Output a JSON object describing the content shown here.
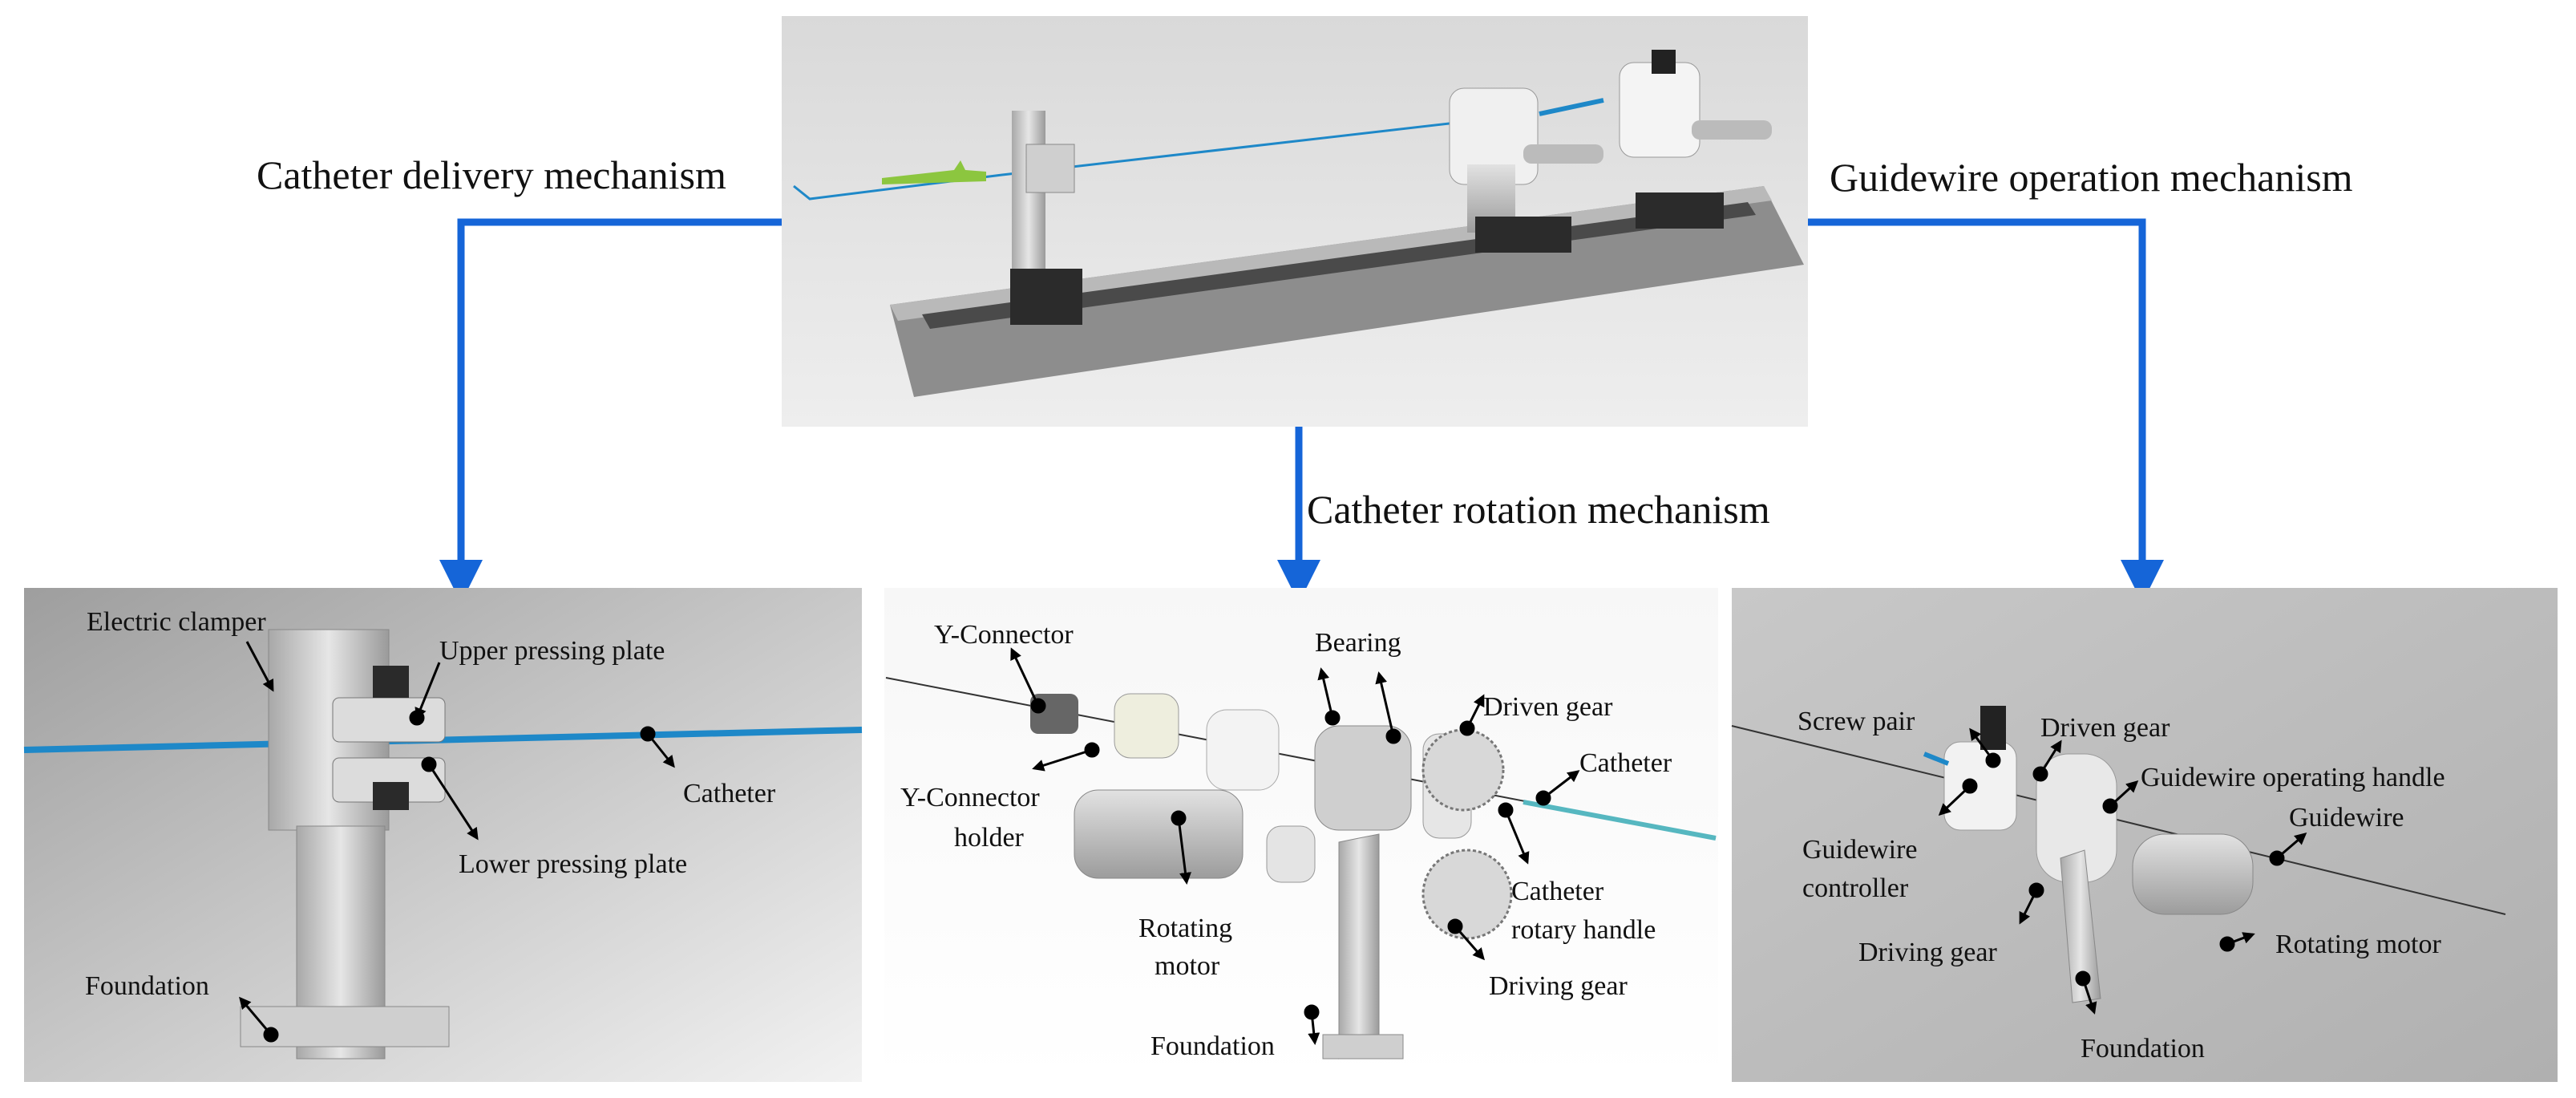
{
  "mechanisms": {
    "catheter_delivery": "Catheter delivery mechanism",
    "guidewire_operation": "Guidewire operation mechanism",
    "catheter_rotation": "Catheter rotation mechanism"
  },
  "left_panel": {
    "electric_clamper": "Electric clamper",
    "upper_pressing_plate": "Upper pressing plate",
    "catheter": "Catheter",
    "lower_pressing_plate": "Lower pressing plate",
    "foundation": "Foundation"
  },
  "middle_panel": {
    "y_connector": "Y-Connector",
    "bearing": "Bearing",
    "driven_gear": "Driven gear",
    "catheter": "Catheter",
    "y_connector_holder_line1": "Y-Connector",
    "y_connector_holder_line2": "holder",
    "rotating_motor_line1": "Rotating",
    "rotating_motor_line2": "motor",
    "catheter_rotary_handle_line1": "Catheter",
    "catheter_rotary_handle_line2": "rotary handle",
    "driving_gear": "Driving gear",
    "foundation": "Foundation"
  },
  "right_panel": {
    "screw_pair": "Screw pair",
    "driven_gear": "Driven gear",
    "guidewire_operating_handle": "Guidewire operating handle",
    "guidewire": "Guidewire",
    "guidewire_controller_line1": "Guidewire",
    "guidewire_controller_line2": "controller",
    "driving_gear": "Driving gear",
    "rotating_motor": "Rotating motor",
    "foundation": "Foundation"
  },
  "colors": {
    "arrow_blue": "#1565d8",
    "catheter_blue": "#1e88c8",
    "guidewire_tip_green": "#8cc63f",
    "background": "#ffffff"
  }
}
